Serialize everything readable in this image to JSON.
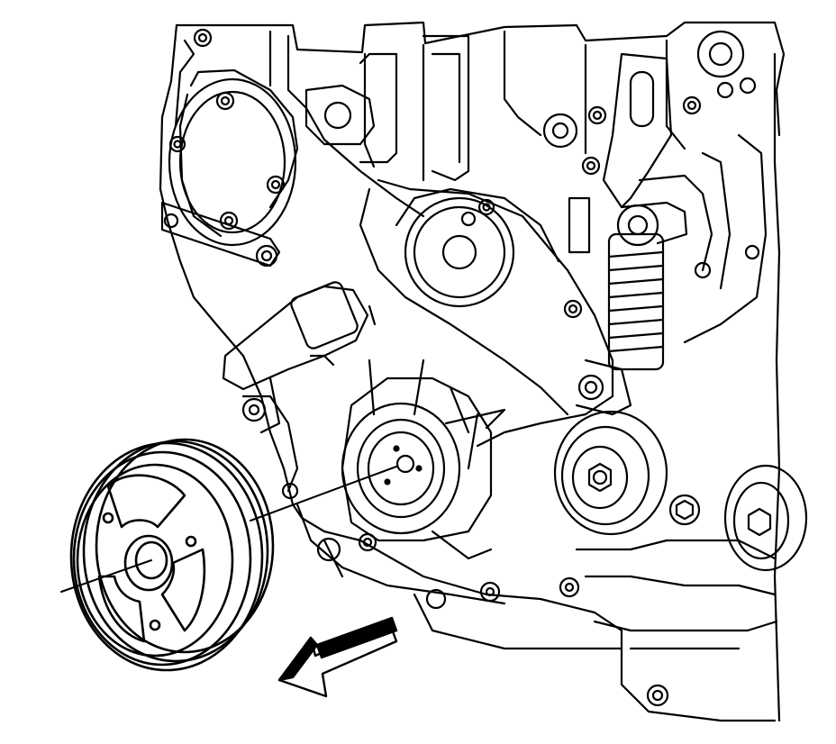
{
  "figure": {
    "components": [
      "engine-front-cover",
      "crankshaft-balancer",
      "callout-leader-line",
      "removal-direction-arrow",
      "belt-tensioner",
      "idler-pulley",
      "camshaft-sprocket-cover",
      "water-pump-area"
    ],
    "removal_direction": "left-down",
    "line_color": "#000000",
    "background": "#ffffff"
  }
}
